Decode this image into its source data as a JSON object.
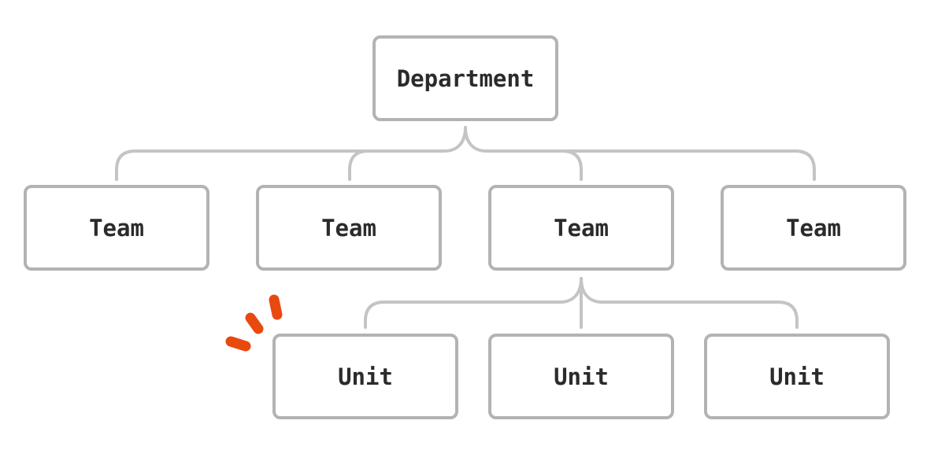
{
  "diagram": {
    "root": {
      "label": "Department"
    },
    "teams": [
      {
        "label": "Team"
      },
      {
        "label": "Team"
      },
      {
        "label": "Team"
      },
      {
        "label": "Team"
      }
    ],
    "units": [
      {
        "label": "Unit"
      },
      {
        "label": "Unit"
      },
      {
        "label": "Unit"
      }
    ],
    "units_parent_team_index": 2
  },
  "colors": {
    "box_border": "#b3b3b3",
    "connector": "#c4c4c4",
    "text": "#2b2b2b",
    "accent": "#e8490f"
  },
  "decoration": {
    "accent_icon": "emphasis-strokes-icon"
  }
}
